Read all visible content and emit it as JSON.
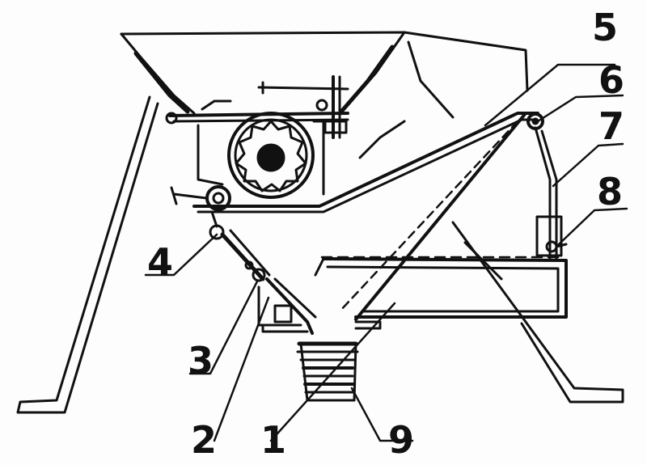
{
  "diagram": {
    "callouts": [
      {
        "id": "1",
        "label": "1"
      },
      {
        "id": "2",
        "label": "2"
      },
      {
        "id": "3",
        "label": "3"
      },
      {
        "id": "4",
        "label": "4"
      },
      {
        "id": "5",
        "label": "5"
      },
      {
        "id": "6",
        "label": "6"
      },
      {
        "id": "7",
        "label": "7"
      },
      {
        "id": "8",
        "label": "8"
      },
      {
        "id": "9",
        "label": "9"
      }
    ]
  },
  "colors": {
    "ink": "#111111",
    "paper": "#fdfdfd"
  }
}
